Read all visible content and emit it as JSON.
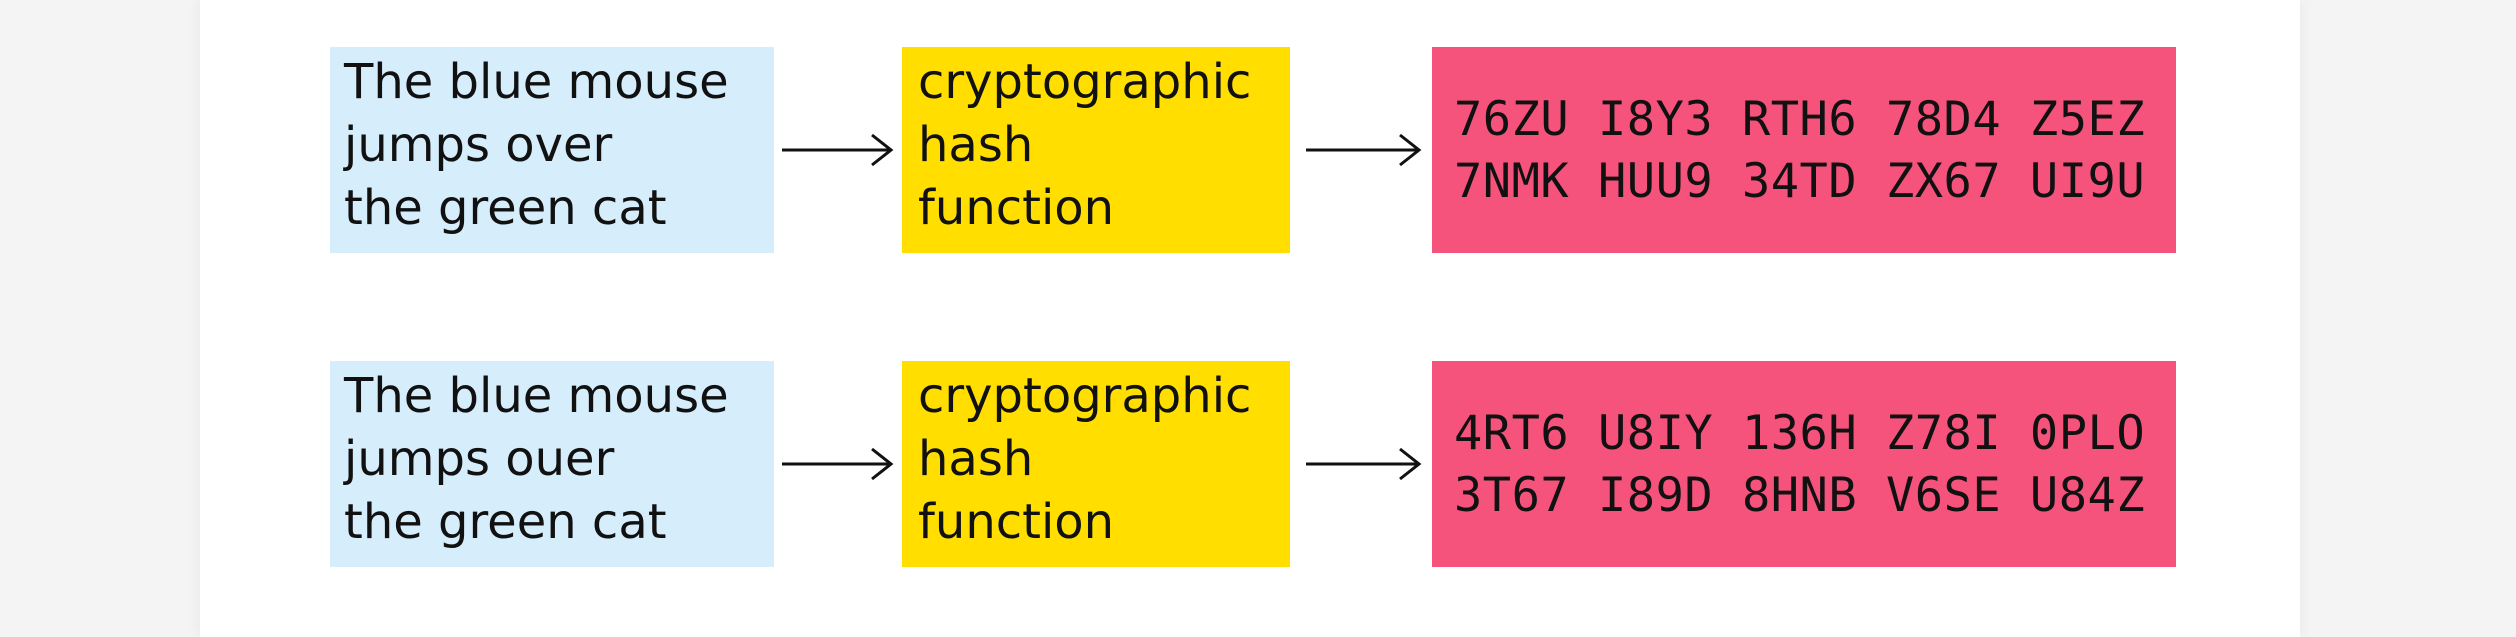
{
  "diagram": {
    "rows": [
      {
        "input_lines": [
          "The blue mouse",
          "jumps over",
          "the green cat"
        ],
        "function_lines": [
          "cryptographic",
          "hash",
          "function"
        ],
        "output_lines": [
          "76ZU I8Y3 RTH6 78D4 Z5EZ",
          "7NMK HUU9 34TD ZX67 UI9U"
        ]
      },
      {
        "input_lines": [
          "The blue mouse",
          "jumps ouer",
          "the green cat"
        ],
        "function_lines": [
          "cryptographic",
          "hash",
          "function"
        ],
        "output_lines": [
          "4RT6 U8IY 136H Z78I 0PLO",
          "3T67 I89D 8HNB V6SE U84Z"
        ]
      }
    ]
  },
  "colors": {
    "input_box": "#d6edfc",
    "function_box": "#ffde00",
    "output_box": "#f5537c",
    "arrow": "#111111"
  },
  "icons": {
    "arrow": "arrow-right-icon"
  }
}
